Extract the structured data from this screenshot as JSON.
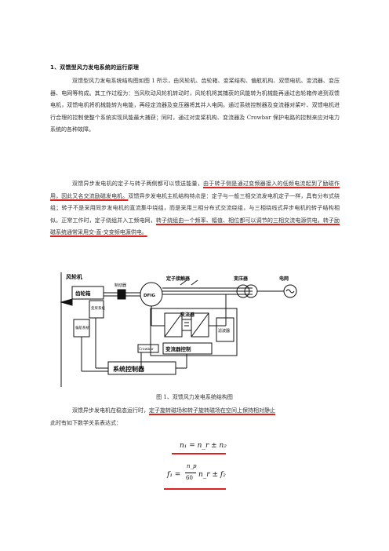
{
  "document": {
    "heading": "1、双馈型风力发电系统的运行原理",
    "paragraph1": "双馈型风力发电系统结构图如图 1 所示，由风轮机、齿轮箱、变桨结构、偏航机构、双馈电机、变流器、变压器、电网等构成。其工作过程为：当风吹动风轮机转动时，风轮机将其捕获的风能转为机械能再通过齿轮箱传递到双馈电机，双馈电机将机械能转为电能，再经定流器及变压器将其并入电网。通过系统控制器及变流器对桨叶、双馈电机进行合理的控制使整个系统实现风能最大捕获；同时，通过对变桨机构、变流器及 Crowbar 保护电路的控制来应对电力系统的各种故障。",
    "paragraph2_a": "双馈异步发电机的定子与转子两侧都可以馈送能量，",
    "paragraph2_b": "由于转子侧是通过变频器接入的低频电流起到了励磁作用，因此又名交流励磁发电机。",
    "paragraph2_c": "双馈异步发电机主机结构特点是：定子与一般三相交流发电机定子一样，具有分布式绕组；转子不是采用同步发电机的直流集中绕组，而是采用三相分布式交流绕组，与三相绕线式异步电机的转子结构相似。正常工作时，定子绕组并入工频电网，",
    "paragraph2_d": "转子绕组由一个频率、幅值、相位都可以调节的三相交流电源供电，转子励磁系统通常采用交-直-交变频电源供电。",
    "figure_caption": "图 1、双馈风力发电系统结构图",
    "paragraph3_a": "双馈异步发电机在稳态运行时，",
    "paragraph3_b": "定子旋转磁场和转子旋转磁场在空间上保持相对静止",
    "paragraph3_c": "此时有如下数学关系表达式：",
    "formula1": "n₁ = n_r ± n₂",
    "formula2_left": "f₁ =",
    "formula2_num": "n_p",
    "formula2_den": "60",
    "formula2_right": "n_r ± f₂"
  },
  "diagram": {
    "wind_turbine": "风轮机",
    "gearbox": "齿轮箱",
    "pitch": "变桨系统",
    "yaw": "偏航系统",
    "brake": "制动器",
    "dfig": "DFIG",
    "stator_contactor": "定子接触器",
    "transformer": "变压器",
    "grid": "电网",
    "converter": "变流器",
    "crowbar": "Crowbar",
    "converter_control": "变流器控制",
    "system_controller": "系统控制器",
    "filter": "滤波器"
  },
  "colors": {
    "underline": "#e0201a",
    "text": "#333333",
    "ink": "#111111"
  }
}
